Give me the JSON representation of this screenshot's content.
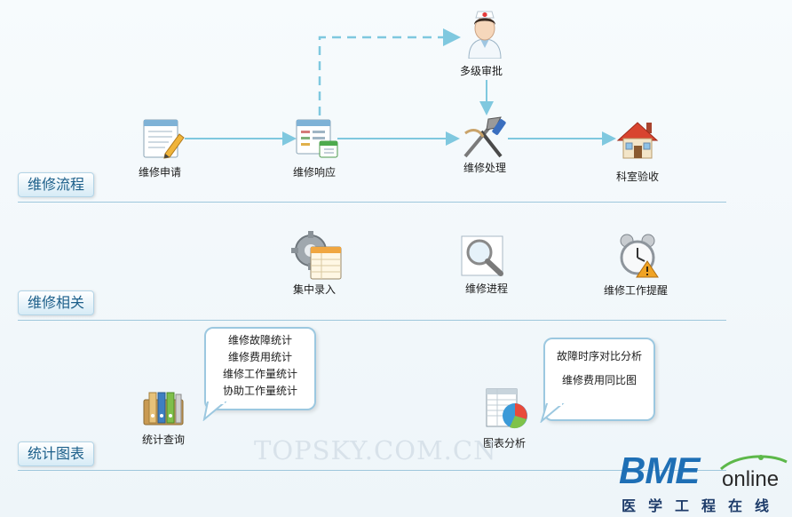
{
  "sections": {
    "workflow": "维修流程",
    "related": "维修相关",
    "stats": "统计图表"
  },
  "workflow": {
    "apply": "维修申请",
    "respond": "维修响应",
    "approval": "多级审批",
    "process": "维修处理",
    "accept": "科室验收"
  },
  "related": {
    "entry": "集中录入",
    "progress": "维修进程",
    "reminder": "维修工作提醒"
  },
  "stats": {
    "query": "统计查询",
    "query_bubble": [
      "维修故障统计",
      "维修费用统计",
      "维修工作量统计",
      "协助工作量统计"
    ],
    "chart": "图表分析",
    "chart_bubble": [
      "故障时序对比分析",
      "维修费用同比图"
    ]
  },
  "watermark": "TOPSKY.COM.CN",
  "logo": {
    "bme": "BME",
    "online": "online",
    "cn": "医学工程在线"
  },
  "colors": {
    "flow_line": "#7fc8df",
    "divider": "#9fc7dc",
    "tab_text": "#1c5f8a",
    "logo_blue": "#1e6fb5"
  }
}
